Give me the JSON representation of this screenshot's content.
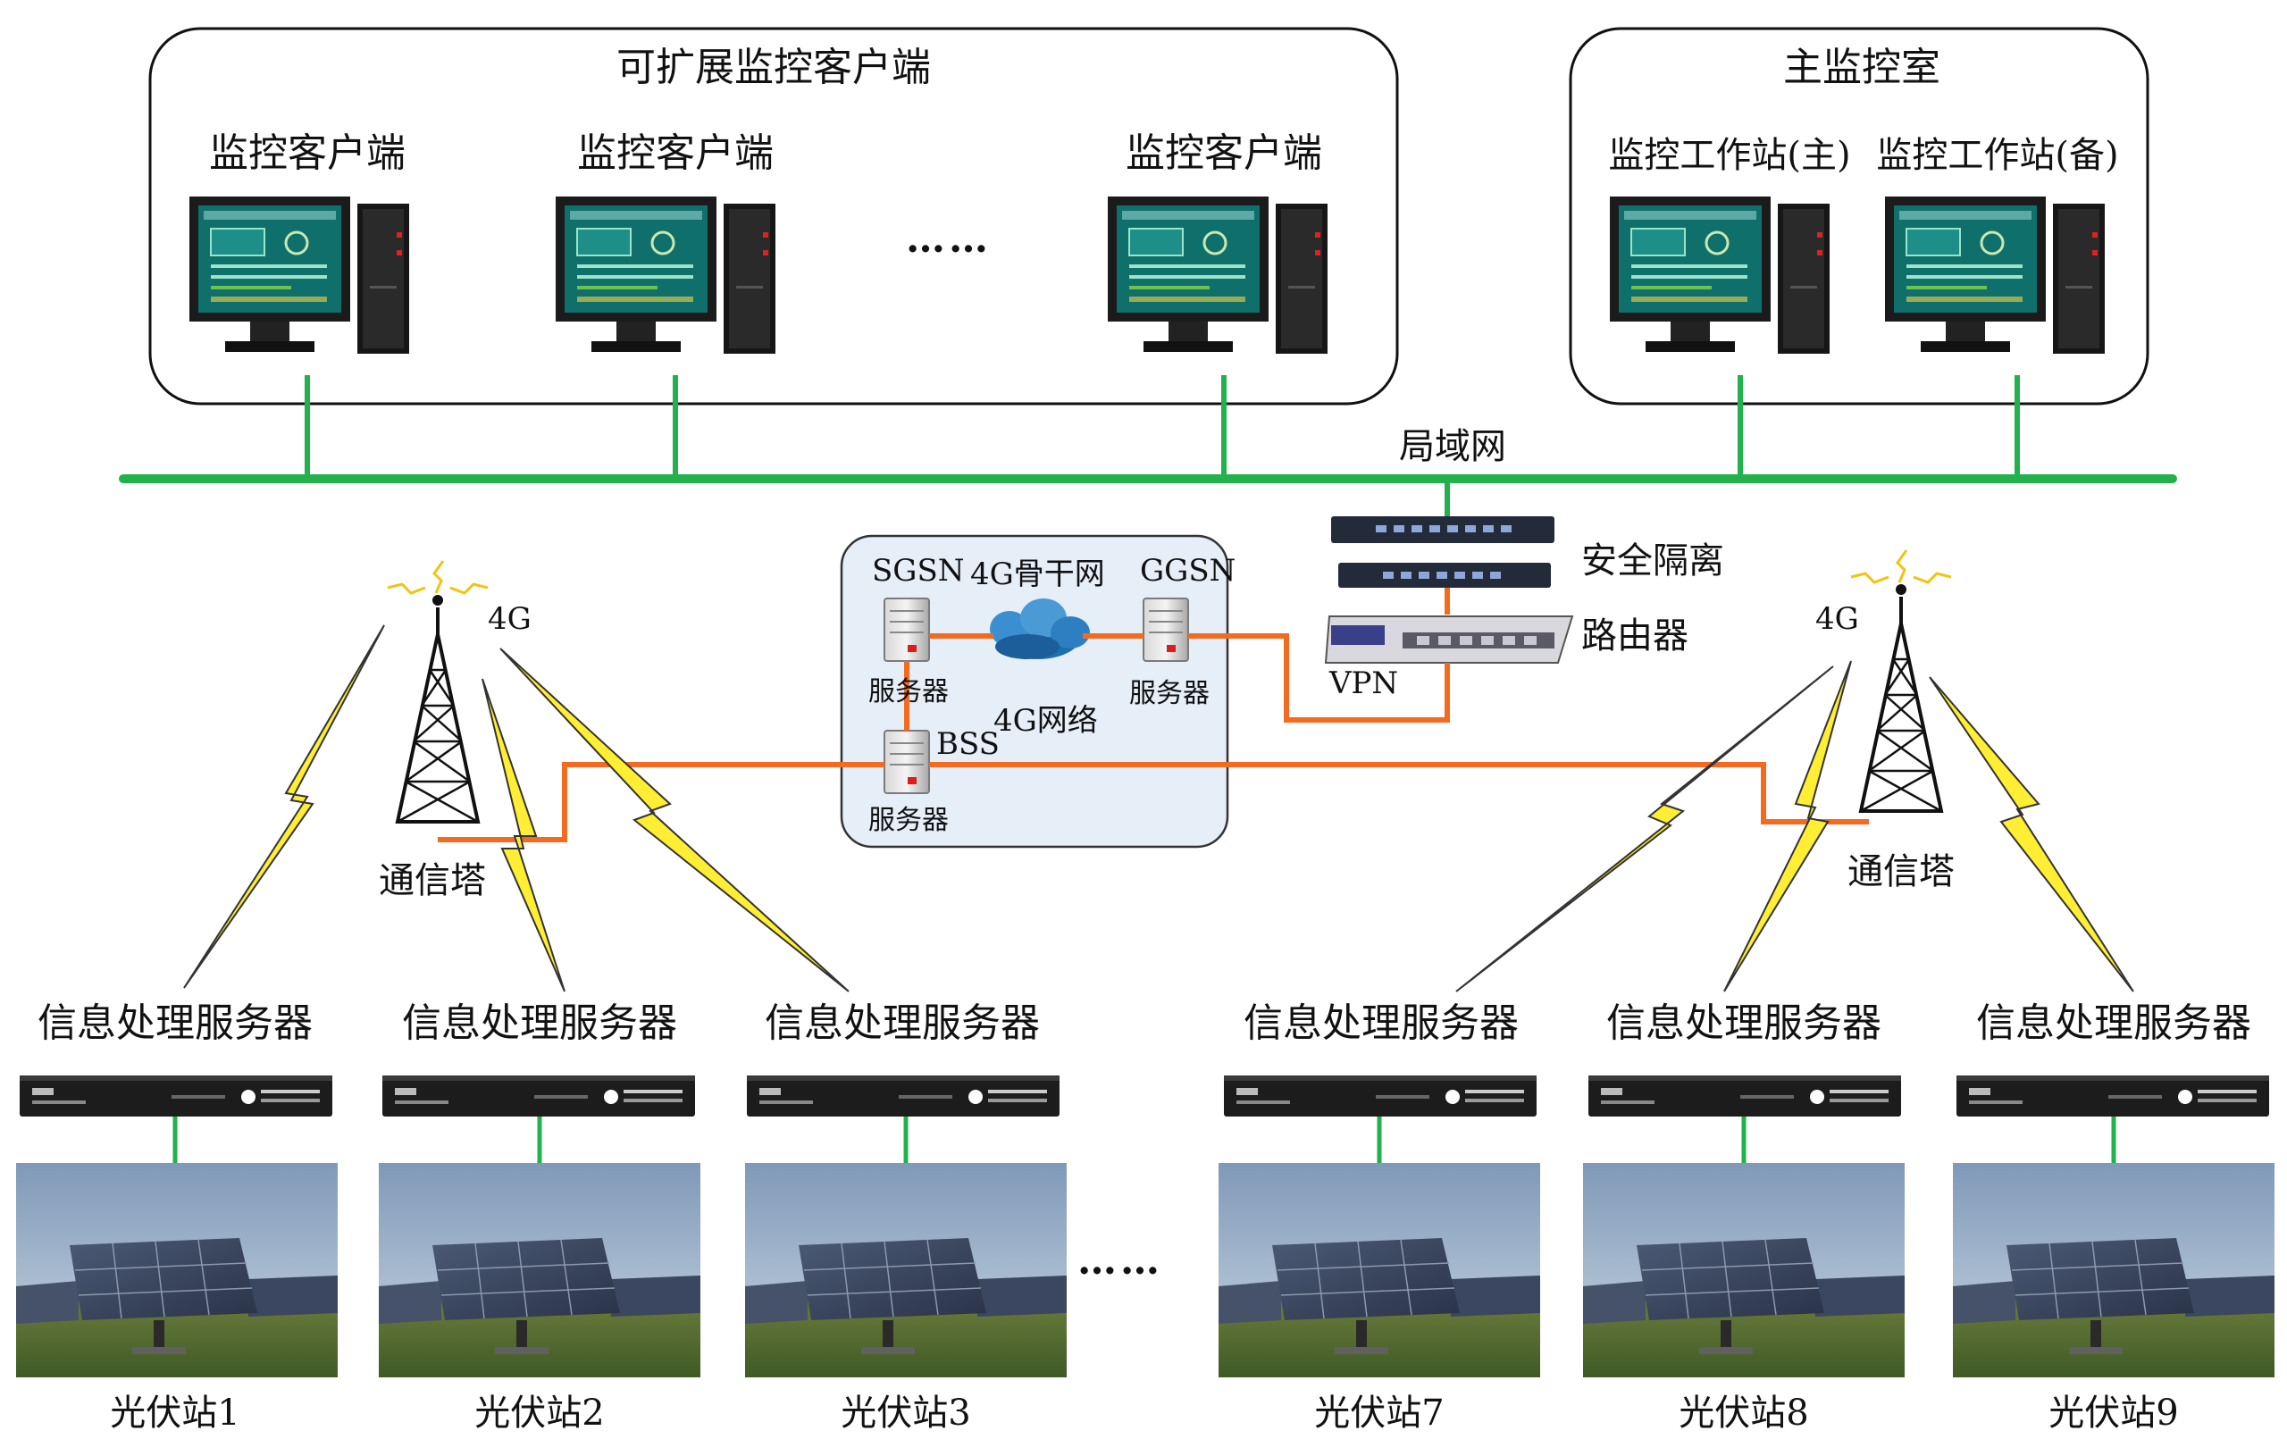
{
  "client_group": {
    "title": "可扩展监控客户端",
    "clients": [
      "监控客户端",
      "监控客户端",
      "监控客户端"
    ],
    "ellipsis": "……"
  },
  "main_room": {
    "title": "主监控室",
    "stations": [
      "监控工作站(主)",
      "监控工作站(备)"
    ]
  },
  "lan_label": "局域网",
  "cloud": {
    "sgsn": "SGSN",
    "backbone": "4G骨干网",
    "ggsn": "GGSN",
    "server_sgsn": "服务器",
    "server_ggsn": "服务器",
    "bss": "BSS",
    "server_bss": "服务器",
    "network": "4G网络"
  },
  "gear": {
    "isolation": "安全隔离",
    "router": "路由器",
    "vpn": "VPN"
  },
  "towers": {
    "left_4g": "4G",
    "right_4g": "4G",
    "left_label": "通信塔",
    "right_label": "通信塔"
  },
  "info_servers": [
    "信息处理服务器",
    "信息处理服务器",
    "信息处理服务器",
    "信息处理服务器",
    "信息处理服务器",
    "信息处理服务器"
  ],
  "stations": [
    "光伏站1",
    "光伏站2",
    "光伏站3",
    "光伏站7",
    "光伏站8",
    "光伏站9"
  ],
  "stations_ellipsis": "……",
  "colors": {
    "lan_line": "#22b14c",
    "wan_line": "#f26b21",
    "bolt_fill": "#ffee33",
    "cloud_box": "#e6eef8",
    "screen": "#0f6f6a"
  }
}
